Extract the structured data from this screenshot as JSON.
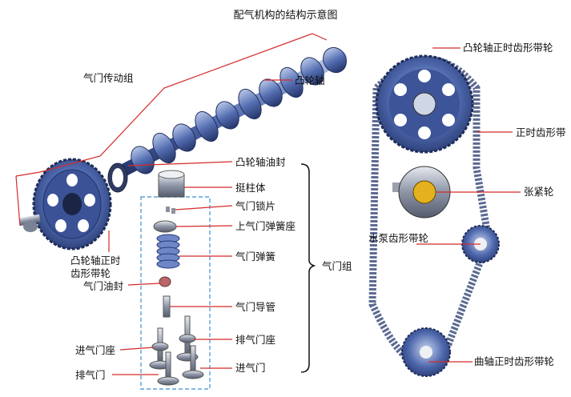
{
  "title": "配气机构的结构示意图",
  "labels": {
    "valve_train": "气门传动组",
    "camshaft": "凸轮轴",
    "camshaft_seal": "凸轮轴油封",
    "tappet": "挺柱体",
    "valve_lock": "气门锁片",
    "upper_spring_seat": "上气门弹簧座",
    "valve_spring": "气门弹簧",
    "valve_group": "气门组",
    "cam_pulley_left_1": "凸轮轴正时",
    "cam_pulley_left_2": "齿形带轮",
    "valve_oil_seal": "气门油封",
    "valve_guide": "气门导管",
    "intake_valve_seat": "进气门座",
    "exhaust_valve_seat": "排气门座",
    "exhaust_valve": "排气门",
    "intake_valve": "进气门",
    "cam_timing_pulley": "凸轮轴正时齿形带轮",
    "timing_belt": "正时齿形带",
    "tensioner": "张紧轮",
    "water_pump_pulley": "水泵齿形带轮",
    "crank_timing_pulley": "曲轴正时齿形带轮"
  },
  "colors": {
    "leader": "#d42a2a",
    "part": "#4a64a8",
    "dash_box": "#5aa0d8"
  }
}
